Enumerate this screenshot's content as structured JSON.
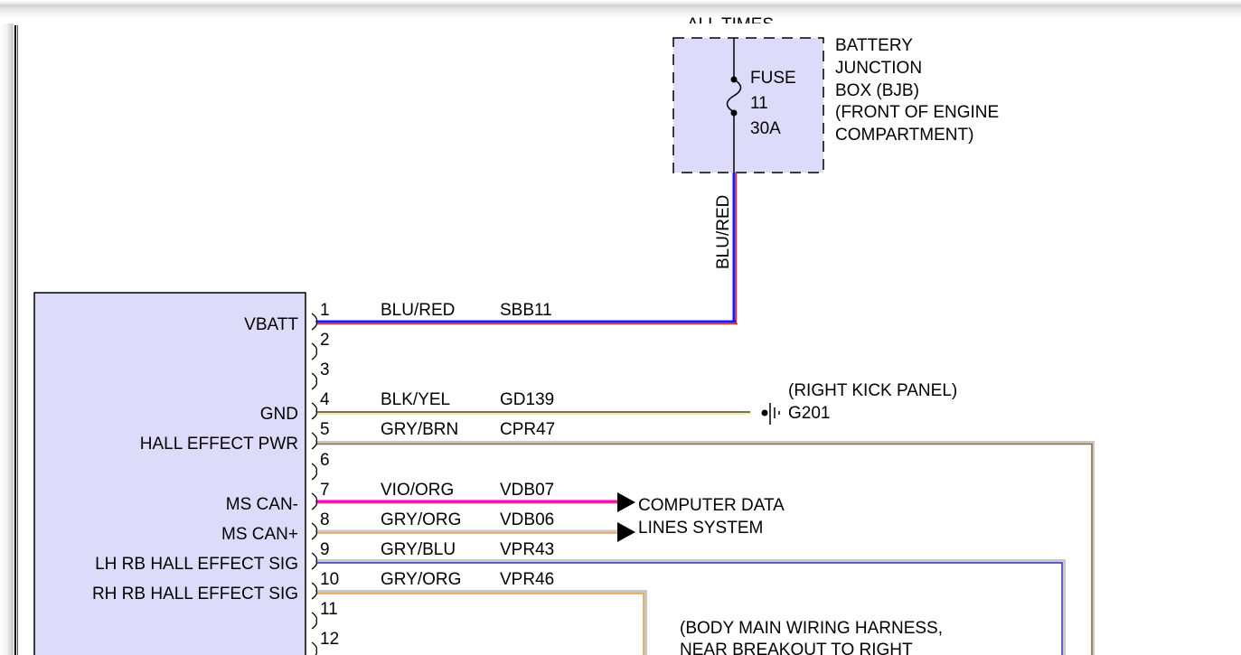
{
  "power_source": {
    "header_partial": "ALL TIMES",
    "fuse_label": "FUSE",
    "fuse_number": "11",
    "fuse_rating": "30A",
    "location_lines": [
      "BATTERY",
      "JUNCTION",
      "BOX (BJB)",
      "(FRONT OF ENGINE",
      "COMPARTMENT)"
    ],
    "feed_wire_color": "BLU/RED"
  },
  "module": {
    "fill_color": "#dcdcfa",
    "pins": [
      {
        "number": "1",
        "function": "VBATT",
        "wire_color": "BLU/RED",
        "circuit": "SBB11"
      },
      {
        "number": "2",
        "function": "",
        "wire_color": "",
        "circuit": ""
      },
      {
        "number": "3",
        "function": "",
        "wire_color": "",
        "circuit": ""
      },
      {
        "number": "4",
        "function": "GND",
        "wire_color": "BLK/YEL",
        "circuit": "GD139"
      },
      {
        "number": "5",
        "function": "HALL EFFECT PWR",
        "wire_color": "GRY/BRN",
        "circuit": "CPR47"
      },
      {
        "number": "6",
        "function": "",
        "wire_color": "",
        "circuit": ""
      },
      {
        "number": "7",
        "function": "MS CAN-",
        "wire_color": "VIO/ORG",
        "circuit": "VDB07"
      },
      {
        "number": "8",
        "function": "MS CAN+",
        "wire_color": "GRY/ORG",
        "circuit": "VDB06"
      },
      {
        "number": "9",
        "function": "LH RB HALL EFFECT SIG",
        "wire_color": "GRY/BLU",
        "circuit": "VPR43"
      },
      {
        "number": "10",
        "function": "RH RB HALL EFFECT SIG",
        "wire_color": "GRY/ORG",
        "circuit": "VPR46"
      },
      {
        "number": "11",
        "function": "",
        "wire_color": "",
        "circuit": ""
      },
      {
        "number": "12",
        "function": "",
        "wire_color": "",
        "circuit": ""
      }
    ]
  },
  "ground": {
    "location": "(RIGHT KICK PANEL)",
    "id": "G201"
  },
  "data_lines": {
    "line1": "COMPUTER DATA",
    "line2": "LINES SYSTEM"
  },
  "splice_note": {
    "line1": "(BODY MAIN WIRING HARNESS,",
    "line2": "NEAR BREAKOUT TO RIGHT"
  },
  "wire_colors": {
    "blue": "#1a1aff",
    "red": "#ff2020",
    "black": "#202020",
    "yellow": "#f5f08c",
    "gray": "#bdbdbd",
    "brown": "#8a7040",
    "violet": "#ff00c8",
    "orange": "#f0a040",
    "dark_blue": "#1010b0"
  }
}
